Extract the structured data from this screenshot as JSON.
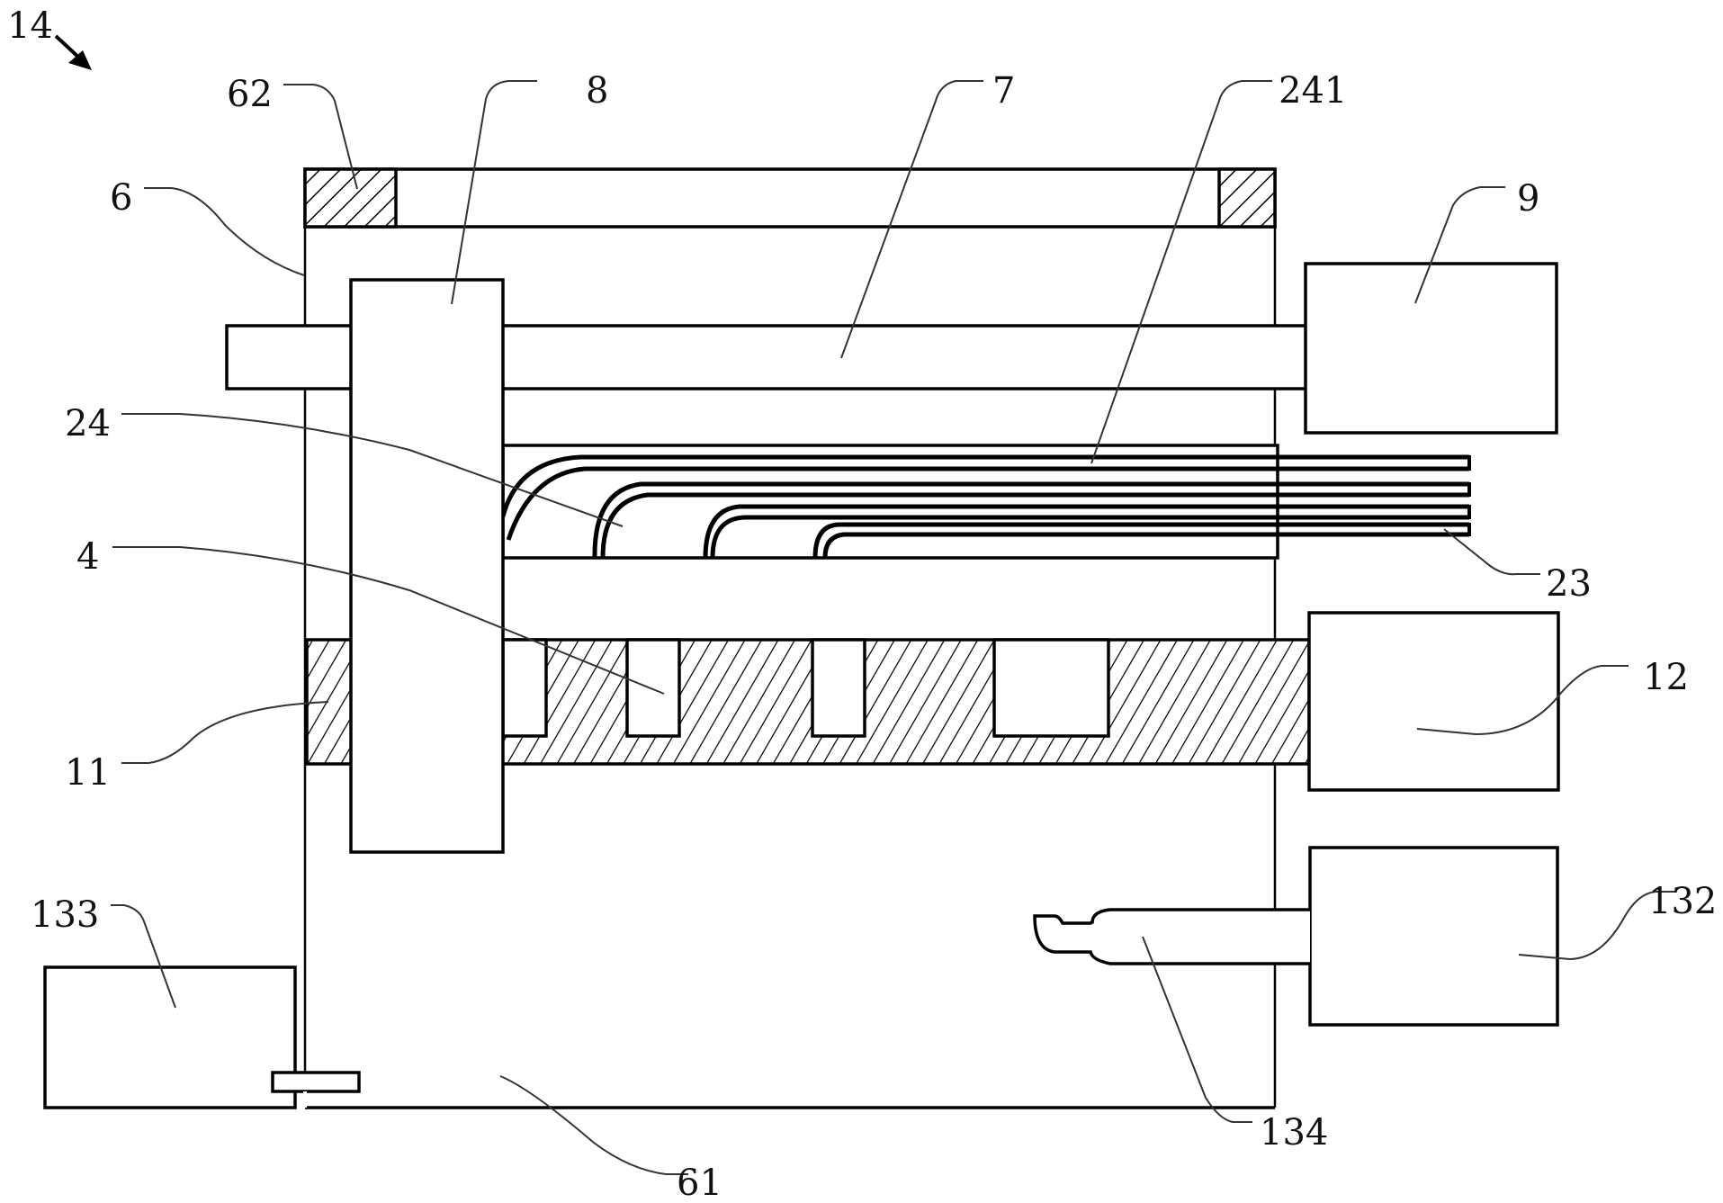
{
  "figure": {
    "assembly_label": "14",
    "labels": {
      "housing": "6",
      "housing_lid_seal": "62",
      "carriage_block": "8",
      "guide_shaft": "7",
      "fiber_ribbon": "241",
      "shaft_drive": "9",
      "fiber_holder": "24",
      "fiber_ends": "23",
      "groove_slot": "4",
      "grooved_rail": "11",
      "rail_drive": "12",
      "side_unit": "133",
      "cutter_drive": "132",
      "cutter_tool": "134",
      "housing_base": "61"
    }
  },
  "colors": {
    "line": "#000000",
    "leader": "#333333",
    "background": "#ffffff"
  }
}
